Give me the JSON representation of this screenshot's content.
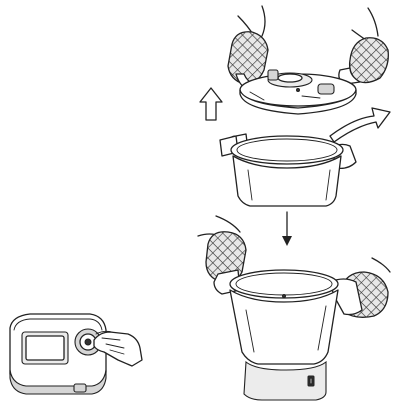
{
  "illustration": {
    "panels": [
      {
        "name": "machine-power-on",
        "icon": "hand-pressing-knob"
      },
      {
        "name": "lid-removal",
        "icon": "gloved-hands-lifting-lid"
      },
      {
        "name": "bowl-removal",
        "icon": "gloved-hands-lifting-bowl"
      }
    ],
    "arrows": [
      "up-arrow",
      "curved-right-arrow",
      "down-arrow"
    ],
    "colors": {
      "line": "#222222",
      "fill": "#ffffff",
      "shade": "#d6d6d6"
    }
  }
}
